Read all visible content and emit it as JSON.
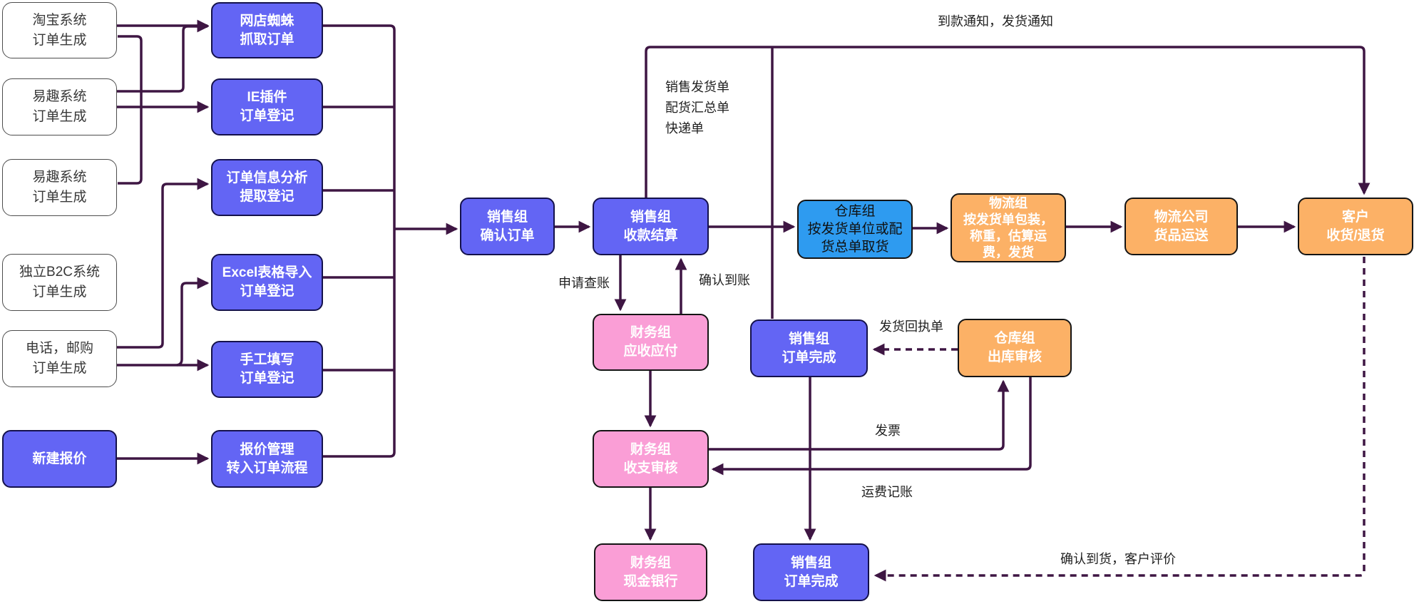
{
  "diagram_title": "order-processing-flowchart",
  "colors": {
    "node_purple": "#6365f4",
    "node_pink": "#fa9ed6",
    "node_orange": "#fcb166",
    "node_blue": "#2e9bf0",
    "node_white": "#ffffff",
    "edge": "#3e1643",
    "label_text": "#1f1f1f"
  },
  "nodes": {
    "a1": "淘宝系统\n订单生成",
    "a2": "易趣系统\n订单生成",
    "a3": "易趣系统\n订单生成",
    "a4": "独立B2C系统\n订单生成",
    "a5": "电话，邮购\n订单生成",
    "a6": "新建报价",
    "b1": "网店蜘蛛\n抓取订单",
    "b2": "IE插件\n订单登记",
    "b3": "订单信息分析\n提取登记",
    "b4": "Excel表格导入\n订单登记",
    "b5": "手工填写\n订单登记",
    "b6": "报价管理\n转入订单流程",
    "c1": "销售组\n确认订单",
    "c2": "销售组\n收款结算",
    "d1": "仓库组\n按发货单位或配\n货总单取货",
    "e1": "物流组\n按发货单包装，\n称重，估算运\n费，发货",
    "e2": "物流公司\n货品运送",
    "e3": "客户\n收货/退货",
    "f1": "财务组\n应收应付",
    "f2": "销售组\n订单完成",
    "f3": "仓库组\n出库审核",
    "g1": "财务组\n收支审核",
    "g2": "财务组\n现金银行",
    "g3": "销售组\n订单完成"
  },
  "edge_labels": {
    "payment_shipping_notice": "到款通知，发货通知",
    "sales_shipping_docs": "销售发货单\n配货汇总单\n快递单",
    "request_audit": "申请查账",
    "confirm_payment": "确认到账",
    "shipping_receipt": "发货回执单",
    "invoice": "发票",
    "freight_billing": "运费记账",
    "confirm_delivery": "确认到货，客户评价"
  }
}
